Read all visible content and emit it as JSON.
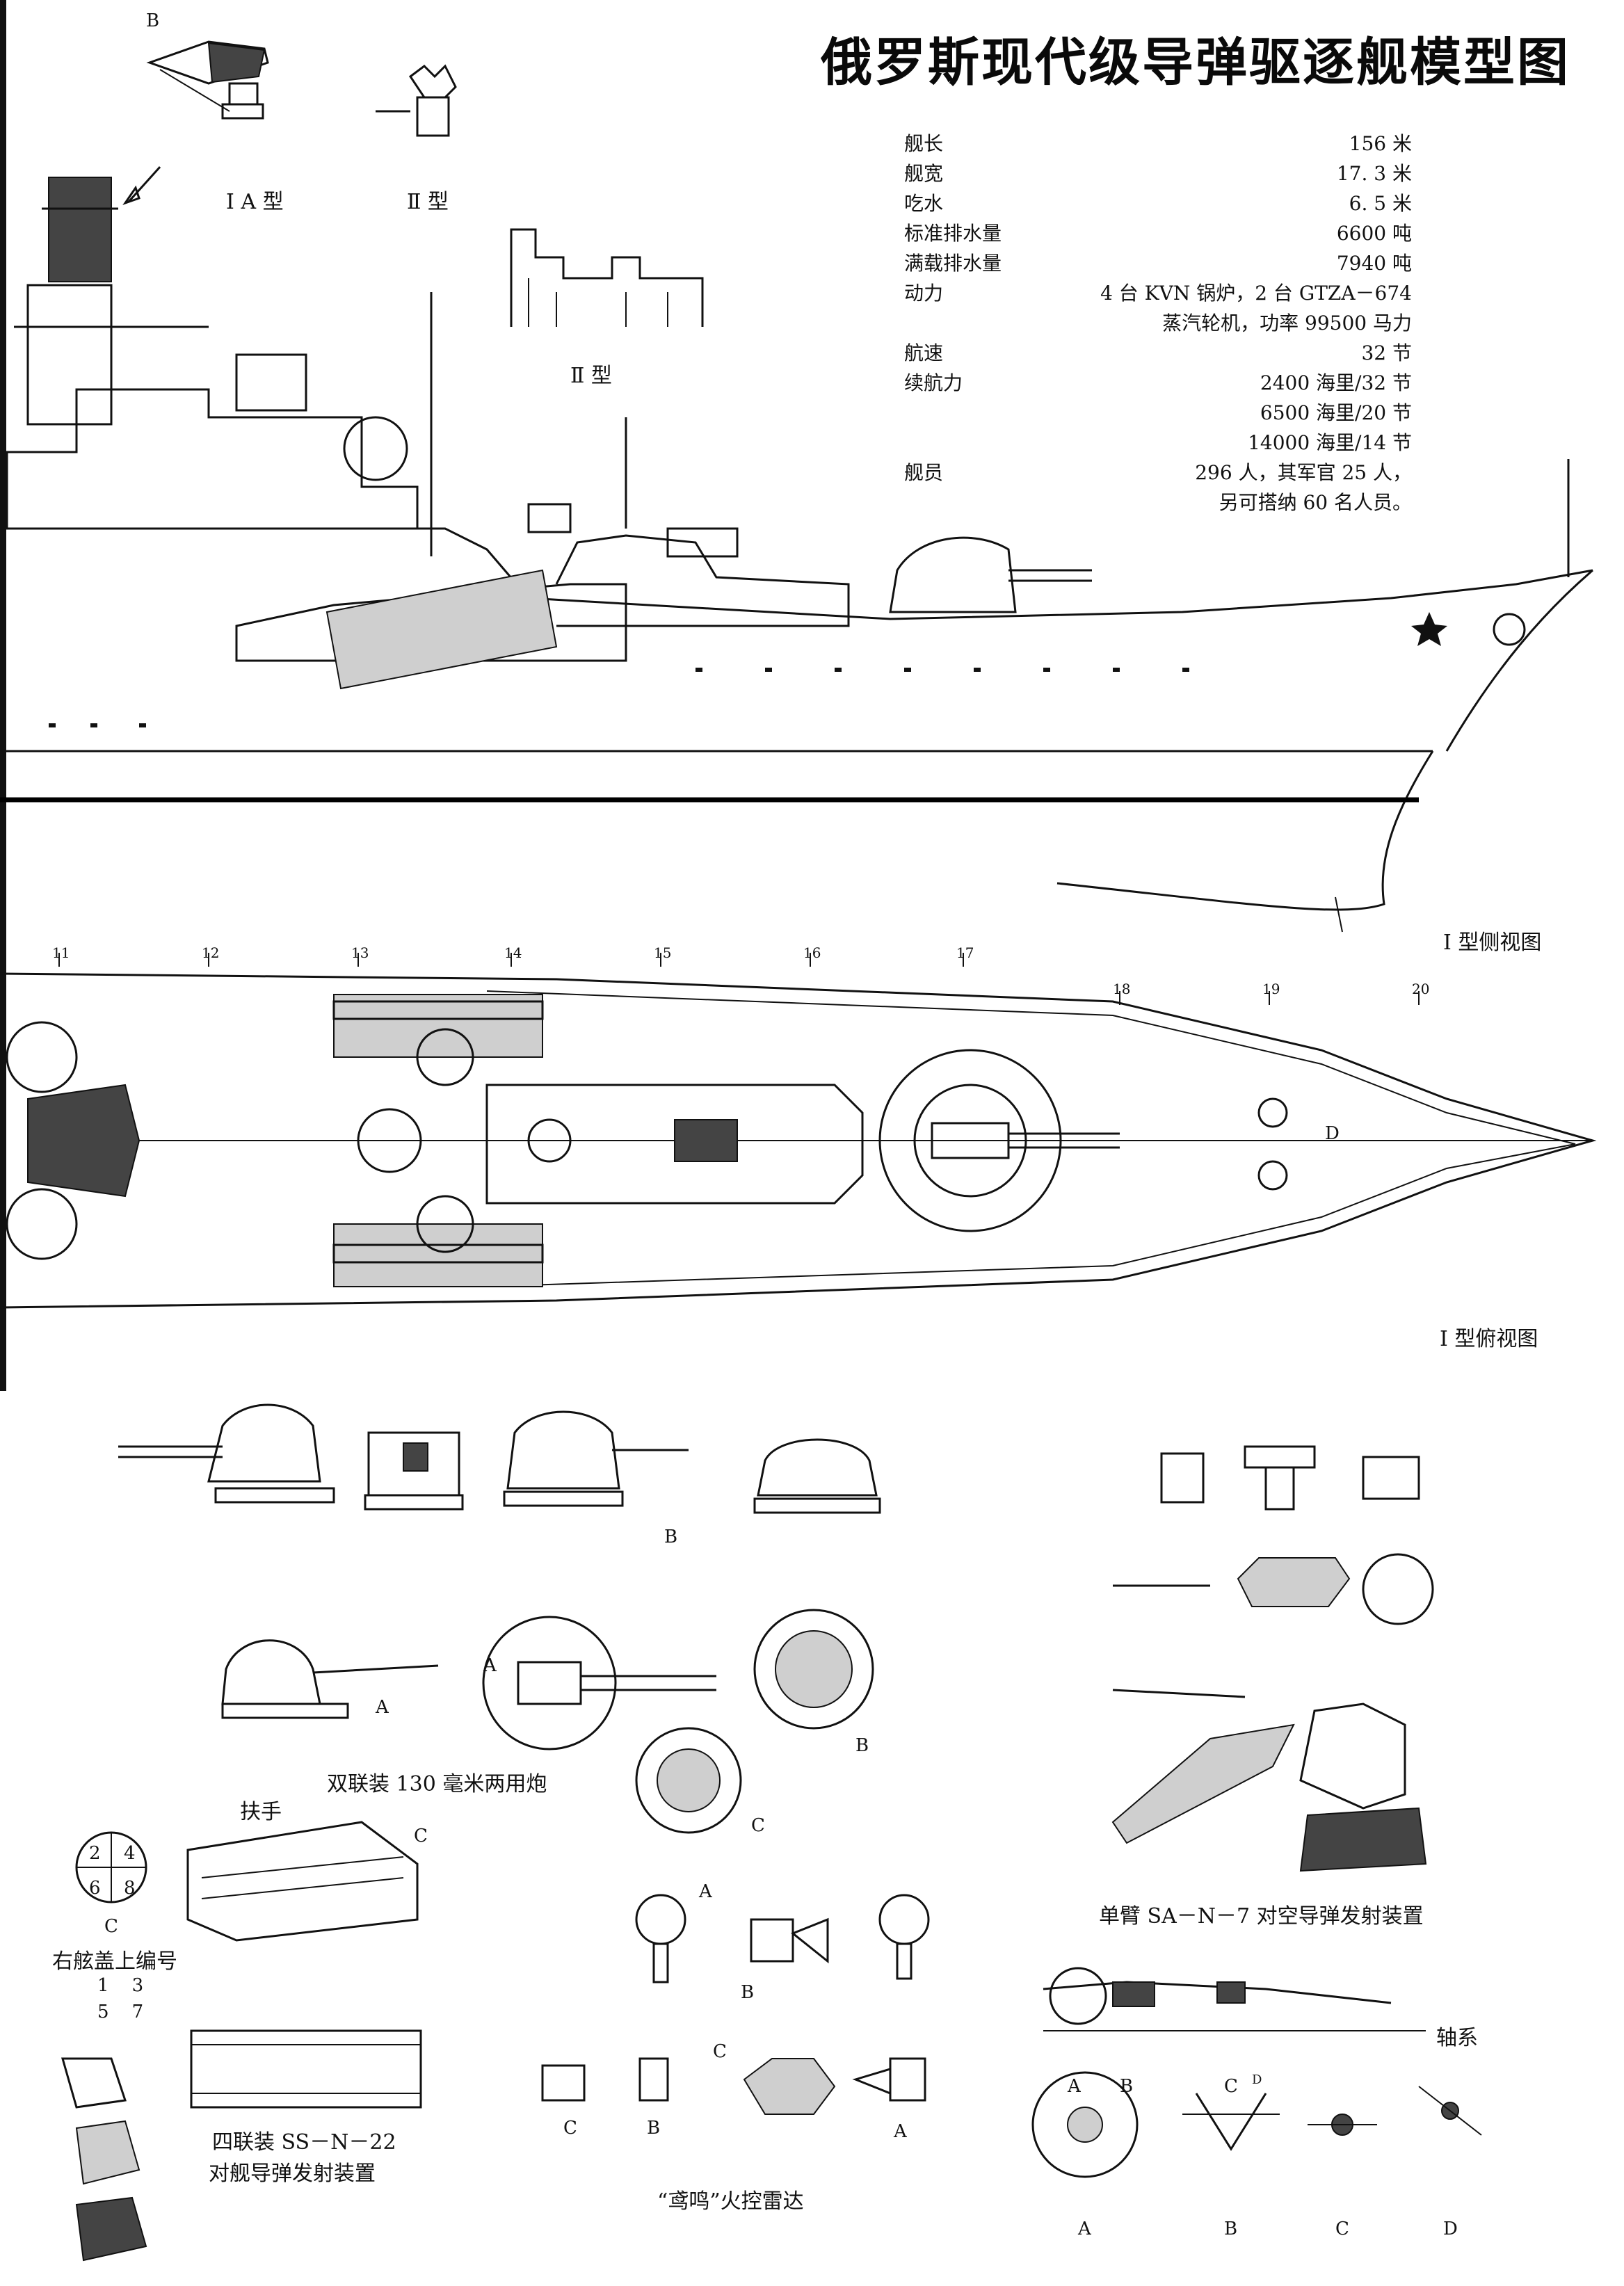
{
  "title": "俄罗斯现代级导弹驱逐舰模型图",
  "specs": [
    {
      "label": "舰长",
      "value": "156 米"
    },
    {
      "label": "舰宽",
      "value": "17. 3 米"
    },
    {
      "label": "吃水",
      "value": "6. 5 米"
    },
    {
      "label": "标准排水量",
      "value": "6600 吨"
    },
    {
      "label": "满载排水量",
      "value": "7940 吨"
    },
    {
      "label": "动力",
      "value": "4 台 KVN 锅炉，2 台 GTZA－674"
    },
    {
      "label": "",
      "value": "蒸汽轮机，功率 99500 马力"
    },
    {
      "label": "航速",
      "value": "32 节"
    },
    {
      "label": "续航力",
      "value": "2400 海里/32 节"
    },
    {
      "label": "",
      "value": "6500 海里/20 节"
    },
    {
      "label": "",
      "value": "14000 海里/14 节"
    },
    {
      "label": "舰员",
      "value": "296 人，其军官 25 人，"
    },
    {
      "label": "",
      "value": "另可搭纳 60 名人员。"
    }
  ],
  "top_labels": {
    "type_1a": "Ⅰ A 型",
    "type_2": "Ⅱ 型",
    "type_2b": "Ⅱ 型",
    "mark_b": "B"
  },
  "side_view_label": "Ⅰ 型侧视图",
  "top_view_label": "Ⅰ 型俯视图",
  "frame_numbers": [
    "11",
    "12",
    "13",
    "14",
    "15",
    "16",
    "17",
    "18",
    "19",
    "20"
  ],
  "gun": {
    "caption": "双联装 130 毫米两用炮",
    "a": "A",
    "b": "B",
    "c": "C"
  },
  "sam": {
    "caption": "单臂 SA－N－7 对空导弹发射装置"
  },
  "ssm": {
    "handrail": "扶手",
    "cover_caption": "右舷盖上编号",
    "c_mark": "C",
    "cover_numbers": [
      "2",
      "4",
      "6",
      "8"
    ],
    "numbers_row1": "1    3",
    "numbers_row2": "5    7",
    "caption_line1": "四联装 SS－N－22",
    "caption_line2": "对舰导弹发射装置"
  },
  "radar": {
    "caption": "“鸢鸣”火控雷达",
    "a": "A",
    "b": "B",
    "c": "C"
  },
  "shaft": {
    "label": "轴系",
    "a": "A",
    "b": "B",
    "c": "C",
    "d": "D"
  },
  "top_view_d": "D"
}
